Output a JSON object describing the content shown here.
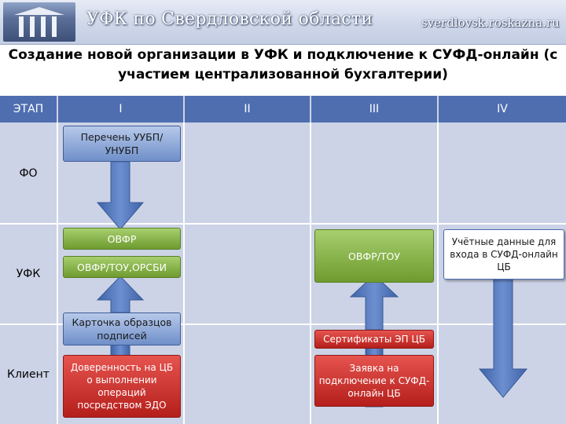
{
  "header": {
    "org_name": "УФК по Свердловской области",
    "site": "sverdlovsk.roskazna.ru"
  },
  "title": "Создание новой организации в УФК и подключение к СУФД-онлайн (с участием централизованной бухгалтерии)",
  "table": {
    "corner": "ЭТАП",
    "stages": [
      "I",
      "II",
      "III",
      "IV"
    ],
    "rows": [
      "ФО",
      "УФК",
      "Клиент"
    ]
  },
  "boxes": {
    "perechen": "Перечень УУБП/УНУБП",
    "ovfr": "ОВФР",
    "ovfr_tou_orsbi": "ОВФР/ТОУ,ОРСБИ",
    "ovfr_tou": "ОВФР/ТОУ",
    "uchetnye": "Учётные данные для входа в СУФД-онлайн ЦБ",
    "kartochka": "Карточка образцов подписей",
    "doverennost": "Доверенность на ЦБ о выполнении операций посредством ЭДО",
    "sertifikaty": "Сертификаты ЭП ЦБ",
    "zayavka": "Заявка на подключение к СУФД-онлайн ЦБ"
  },
  "colors": {
    "header_blue": "#4f6eb0",
    "cell_bg": "#ccd3e6",
    "arrow_blue": "#4f73b5",
    "green": "#6e9b2f",
    "red": "#b51f1b"
  }
}
